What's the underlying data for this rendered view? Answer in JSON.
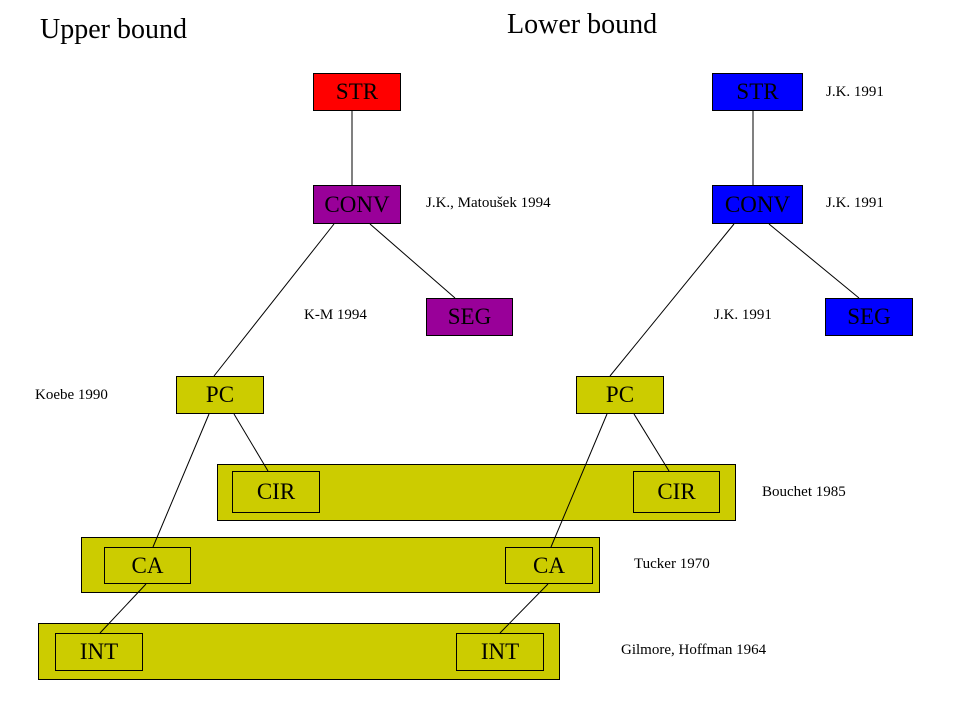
{
  "titles": {
    "upper": "Upper bound",
    "lower": "Lower bound"
  },
  "colors": {
    "red": "#ff0000",
    "purple": "#990099",
    "blue": "#0000ff",
    "band": "#cccc00"
  },
  "nodes": {
    "upper": {
      "str": "STR",
      "conv": "CONV",
      "seg": "SEG",
      "pc": "PC",
      "cir": "CIR",
      "ca": "CA",
      "int": "INT"
    },
    "lower": {
      "str": "STR",
      "conv": "CONV",
      "seg": "SEG",
      "pc": "PC",
      "cir": "CIR",
      "ca": "CA",
      "int": "INT"
    }
  },
  "annotations": {
    "jk_1991_str": "J.K. 1991",
    "jk_matousek": "J.K., Matoušek 1994",
    "jk_1991_conv": "J.K. 1991",
    "km_1994": "K-M 1994",
    "jk_1991_seg": "J.K. 1991",
    "koebe": "Koebe 1990",
    "bouchet": "Bouchet 1985",
    "tucker": "Tucker 1970",
    "gilmore": "Gilmore, Hoffman 1964"
  }
}
